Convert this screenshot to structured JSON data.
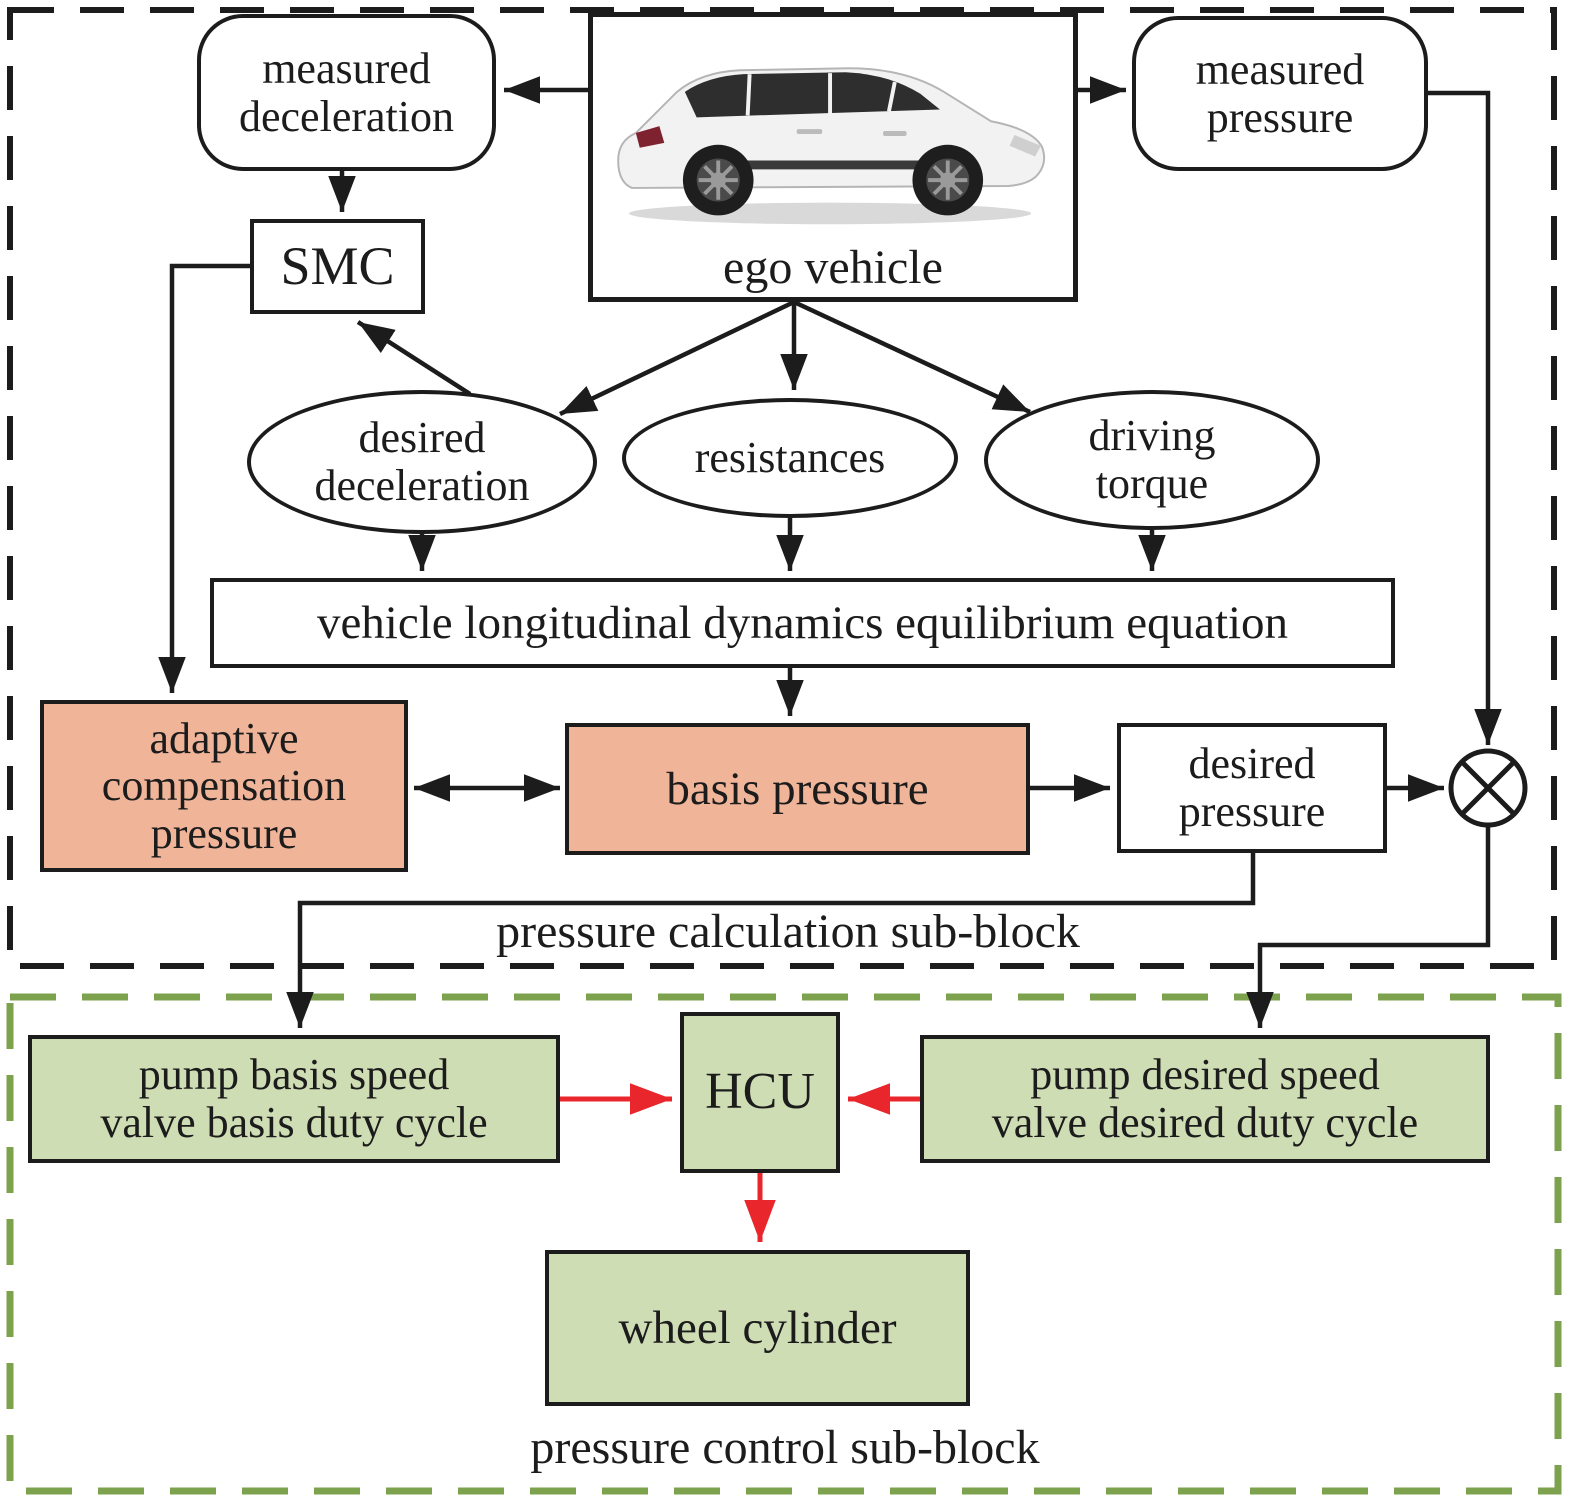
{
  "nodes": {
    "measured_deceleration": "measured\ndeceleration",
    "ego_vehicle_caption": "ego vehicle",
    "measured_pressure": "measured\npressure",
    "smc": "SMC",
    "desired_deceleration": "desired\ndeceleration",
    "resistances": "resistances",
    "driving_torque": "driving\ntorque",
    "longitudinal_equation": "vehicle longitudinal dynamics equilibrium equation",
    "adaptive_compensation_pressure": "adaptive\ncompensation\npressure",
    "basis_pressure": "basis pressure",
    "desired_pressure": "desired\npressure",
    "pump_basis": "pump basis speed\nvalve basis duty cycle",
    "hcu": "HCU",
    "pump_desired": "pump desired speed\nvalve desired duty cycle",
    "wheel_cylinder": "wheel cylinder"
  },
  "labels": {
    "pressure_calculation_sub_block": "pressure calculation sub-block",
    "pressure_control_sub_block": "pressure control sub-block"
  },
  "colors": {
    "outline_black": "#1c1c1c",
    "salmon_fill": "#f0b499",
    "green_fill": "#cfddb5",
    "green_dash_border": "#7da24e",
    "red_arrow": "#e8262c"
  }
}
